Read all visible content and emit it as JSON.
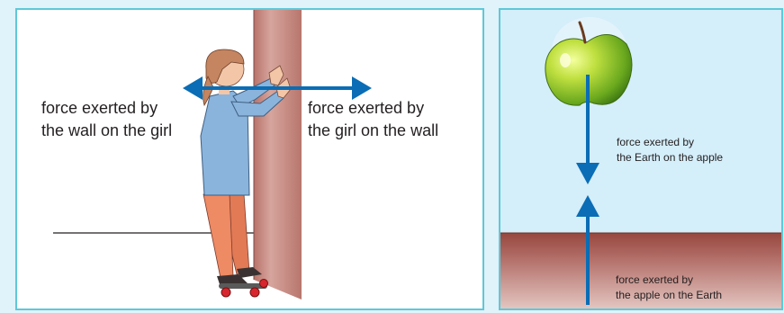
{
  "left_panel": {
    "label_wall_on_girl": {
      "line1": "force exerted by",
      "line2": "the wall on the girl"
    },
    "label_girl_on_wall": {
      "line1": "force exerted by",
      "line2": "the girl on the wall"
    }
  },
  "right_panel": {
    "label_earth_on_apple": {
      "line1": "force exerted by",
      "line2": "the Earth on the apple"
    },
    "label_apple_on_earth": {
      "line1": "force exerted by",
      "line2": "the apple on the Earth"
    }
  },
  "colors": {
    "arrow": "#0a6db5",
    "frame": "#5ec8d8",
    "sky": "#d4eefa",
    "ground": "#a65a50",
    "wall": "#c99088"
  }
}
